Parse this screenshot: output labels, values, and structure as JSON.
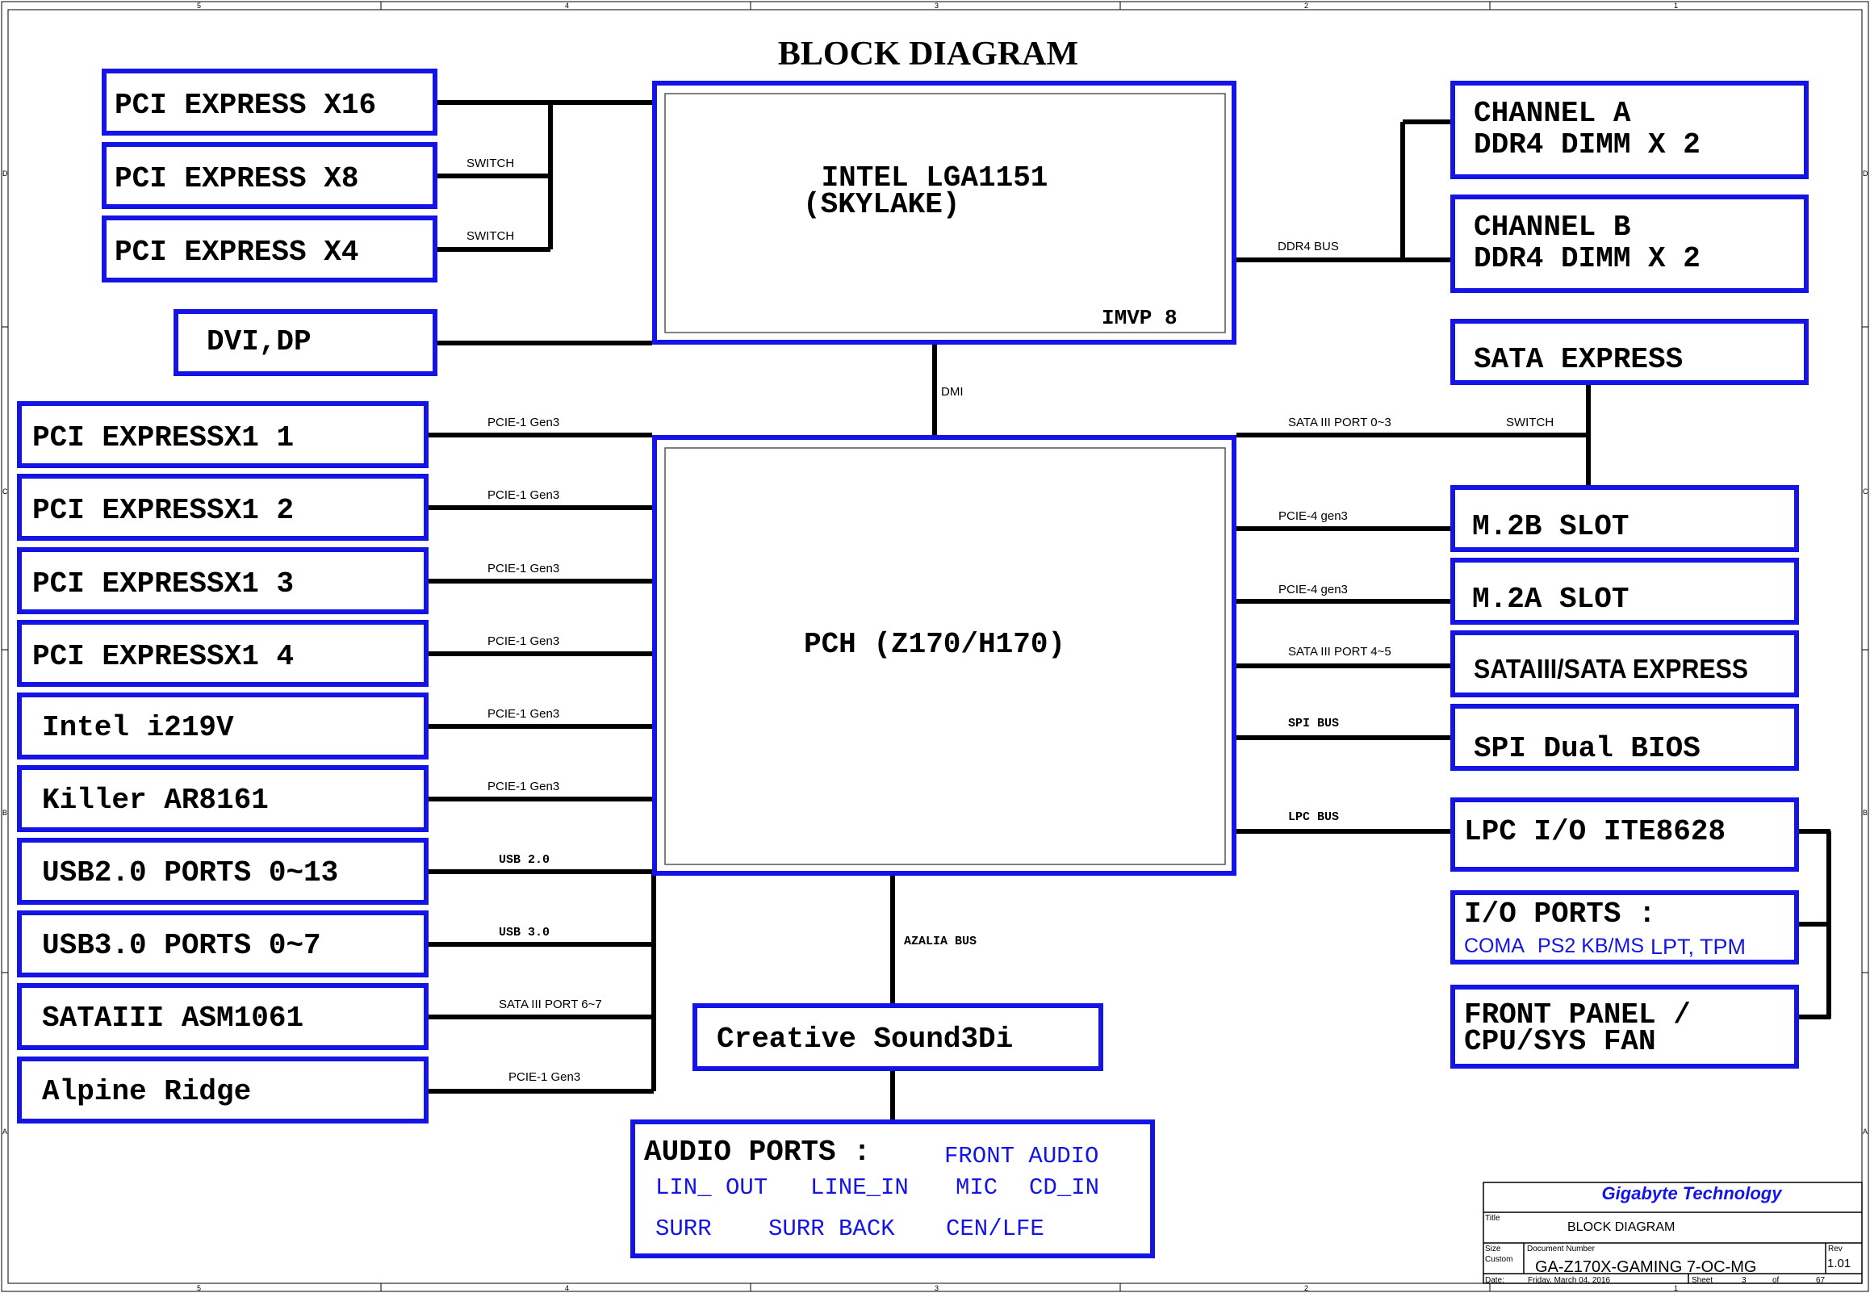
{
  "title": "BLOCK DIAGRAM",
  "colors": {
    "block": "#1414e6",
    "wire": "#000000",
    "inner": "#555555"
  },
  "cpu": {
    "line1": "INTEL LGA1151",
    "line2": "(SKYLAKE)",
    "vr": "IMVP 8"
  },
  "pch": {
    "label": "PCH (Z170/H170)"
  },
  "left_top": [
    {
      "label": "PCI EXPRESS X16"
    },
    {
      "label": "PCI EXPRESS X8",
      "bus": "SWITCH"
    },
    {
      "label": "PCI EXPRESS X4",
      "bus": "SWITCH"
    }
  ],
  "display": {
    "label": "DVI,DP"
  },
  "left_bottom": [
    {
      "label": "PCI EXPRESSX1 1",
      "bus": "PCIE-1 Gen3"
    },
    {
      "label": "PCI EXPRESSX1 2",
      "bus": "PCIE-1 Gen3"
    },
    {
      "label": "PCI EXPRESSX1 3",
      "bus": "PCIE-1 Gen3"
    },
    {
      "label": "PCI EXPRESSX1 4",
      "bus": "PCIE-1 Gen3"
    },
    {
      "label": "Intel i219V",
      "bus": "PCIE-1 Gen3"
    },
    {
      "label": "Killer AR8161",
      "bus": "PCIE-1 Gen3"
    },
    {
      "label": "USB2.0 PORTS 0~13",
      "bus": "USB 2.0"
    },
    {
      "label": "USB3.0 PORTS 0~7",
      "bus": "USB 3.0"
    },
    {
      "label": "SATAIII ASM1061",
      "bus": "SATA III PORT 6~7"
    },
    {
      "label": "Alpine Ridge",
      "bus": "PCIE-1 Gen3"
    }
  ],
  "memory": {
    "bus": "DDR4 BUS",
    "channel_a": {
      "line1": "CHANNEL A",
      "line2": "DDR4 DIMM X 2"
    },
    "channel_b": {
      "line1": "CHANNEL B",
      "line2": "DDR4 DIMM X 2"
    }
  },
  "dmi": "DMI",
  "sata_express": {
    "label": "SATA EXPRESS",
    "bus": "SATA III PORT 0~3",
    "switch": "SWITCH"
  },
  "right": [
    {
      "label": "M.2B SLOT",
      "bus": "PCIE-4 gen3"
    },
    {
      "label": "M.2A SLOT",
      "bus": "PCIE-4 gen3"
    },
    {
      "label": "SATAIII/SATA EXPRESS",
      "bus": "SATA III PORT 4~5"
    },
    {
      "label": "SPI Dual BIOS",
      "bus": "SPI BUS"
    },
    {
      "label": "LPC I/O ITE8628",
      "bus": "LPC BUS"
    }
  ],
  "io_ports": {
    "title": "I/O PORTS :",
    "items": [
      "COMA",
      "PS2 KB/MS",
      "LPT, TPM"
    ]
  },
  "front_panel": {
    "line1": "FRONT PANEL /",
    "line2": "CPU/SYS FAN"
  },
  "audio_bus": "AZALIA BUS",
  "codec": {
    "label": "Creative Sound3Di"
  },
  "audio_ports": {
    "title": "AUDIO PORTS :",
    "items": [
      "FRONT AUDIO",
      "LIN_ OUT",
      "LINE_IN",
      "MIC",
      "CD_IN",
      "SURR",
      "SURR BACK",
      "CEN/LFE"
    ]
  },
  "title_block": {
    "company": "Gigabyte Technology",
    "title_label": "Title",
    "title": "BLOCK DIAGRAM",
    "size_label": "Size",
    "size": "Custom",
    "doc_label": "Document Number",
    "doc_number": "GA-Z170X-GAMING 7-OC-MG",
    "rev_label": "Rev",
    "rev": "1.01",
    "date_label": "Date:",
    "date": "Friday, March 04, 2016",
    "sheet_label": "Sheet",
    "sheet": "3",
    "of_label": "of",
    "total": "67"
  },
  "frame": {
    "cols": [
      "5",
      "4",
      "3",
      "2",
      "1"
    ],
    "rows": [
      "D",
      "C",
      "B",
      "A"
    ]
  }
}
